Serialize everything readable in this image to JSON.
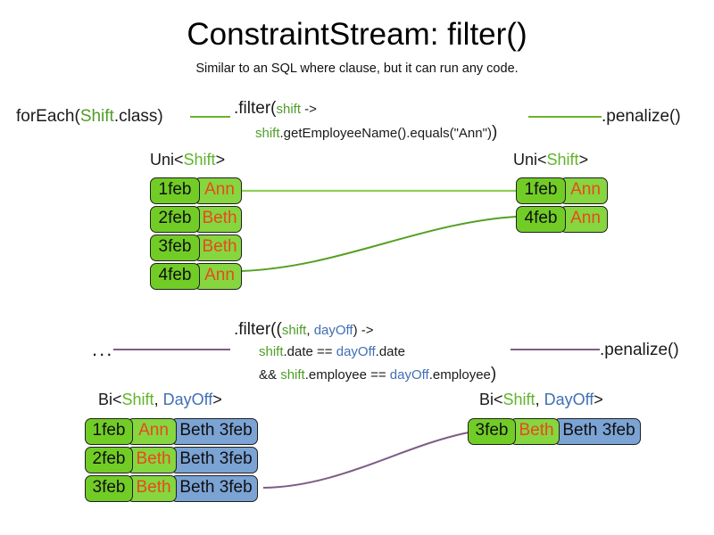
{
  "slide": {
    "title": "ConstraintStream: filter()",
    "subtitle": "Similar to an SQL where clause, but it can run any code."
  },
  "colors": {
    "green_text": "#4f9d28",
    "blue_text": "#3f6fb5",
    "name_text": "#e8491d",
    "card_green_date": "#72cc26",
    "card_green_name": "#86d63f",
    "card_blue": "#7ba3d4",
    "link_green": "#6db22b",
    "link_purple": "#7d5d86"
  },
  "uni_section": {
    "source_call": {
      "prefix": "forEach(",
      "type": "Shift",
      "suffix": ".class)"
    },
    "filter_call": {
      "line1_a": ".filter(",
      "line1_param": "shift",
      "line1_b": " ->",
      "line2_param": "shift",
      "line2_body": ".getEmployeeName().equals(\"Ann\")",
      "line2_close": ")"
    },
    "terminal_call": ".penalize()",
    "input_label": {
      "prefix": "Uni<",
      "type": "Shift",
      "suffix": ">"
    },
    "output_label": {
      "prefix": "Uni<",
      "type": "Shift",
      "suffix": ">"
    },
    "input_rows": [
      {
        "date": "1feb",
        "name": "Ann"
      },
      {
        "date": "2feb",
        "name": "Beth"
      },
      {
        "date": "3feb",
        "name": "Beth"
      },
      {
        "date": "4feb",
        "name": "Ann"
      }
    ],
    "output_rows": [
      {
        "date": "1feb",
        "name": "Ann"
      },
      {
        "date": "4feb",
        "name": "Ann"
      }
    ]
  },
  "bi_section": {
    "source_call": "...",
    "filter_call": {
      "line1_a": ".filter((",
      "line1_p1": "shift",
      "line1_comma": ", ",
      "line1_p2": "dayOff",
      "line1_b": ") ->",
      "line2_p1": "shift",
      "line2_mid": ".date == ",
      "line2_p2": "dayOff",
      "line2_end": ".date",
      "line3_amp": "&& ",
      "line3_p1": "shift",
      "line3_mid": ".employee == ",
      "line3_p2": "dayOff",
      "line3_end": ".employee",
      "line3_close": ")"
    },
    "terminal_call": ".penalize()",
    "input_label": {
      "prefix": "Bi<",
      "type1": "Shift",
      "comma": ", ",
      "type2": "DayOff",
      "suffix": ">"
    },
    "output_label": {
      "prefix": "Bi<",
      "type1": "Shift",
      "comma": ", ",
      "type2": "DayOff",
      "suffix": ">"
    },
    "input_rows": [
      {
        "date": "1feb",
        "name": "Ann",
        "dayoff": "Beth 3feb"
      },
      {
        "date": "2feb",
        "name": "Beth",
        "dayoff": "Beth 3feb"
      },
      {
        "date": "3feb",
        "name": "Beth",
        "dayoff": "Beth 3feb"
      }
    ],
    "output_rows": [
      {
        "date": "3feb",
        "name": "Beth",
        "dayoff": "Beth 3feb"
      }
    ]
  }
}
